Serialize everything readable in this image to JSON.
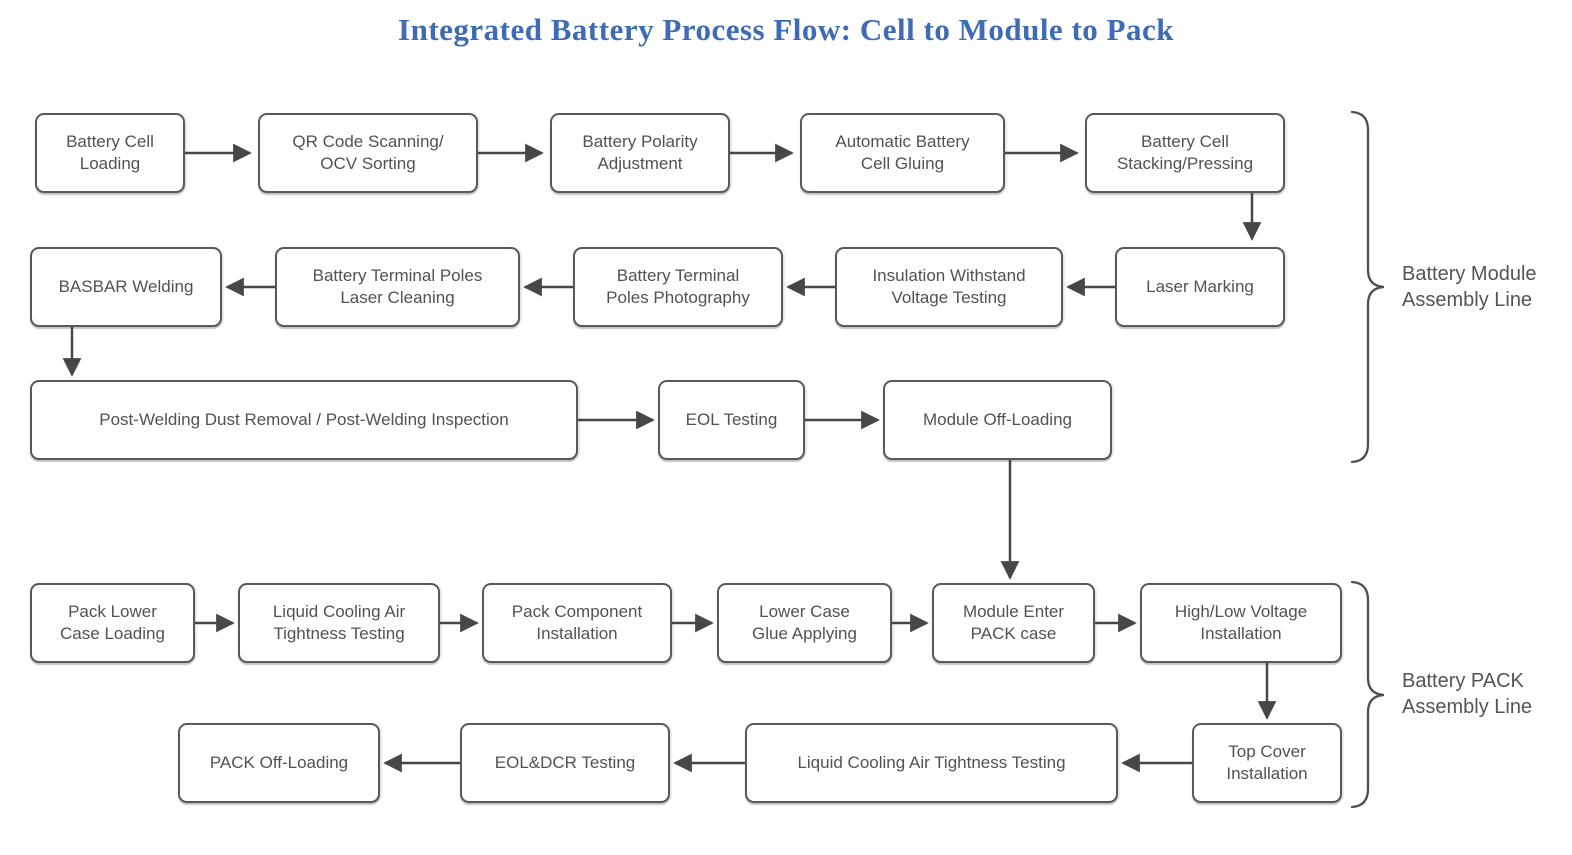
{
  "title": "Integrated Battery Process Flow: Cell to Module to Pack",
  "colors": {
    "title_blue": "#3e6bb4",
    "box_border": "#595959",
    "box_text": "#525252",
    "arrow_gray": "#474747"
  },
  "sections": {
    "module": {
      "label": "Battery Module\nAssembly Line"
    },
    "pack": {
      "label": "Battery PACK\nAssembly Line"
    }
  },
  "nodes": {
    "cell_loading": {
      "label": "Battery Cell\nLoading"
    },
    "qr_scanning": {
      "label": "QR Code Scanning/\nOCV Sorting"
    },
    "polarity_adjustment": {
      "label": "Battery Polarity\nAdjustment"
    },
    "cell_gluing": {
      "label": "Automatic Battery\nCell Gluing"
    },
    "stacking_pressing": {
      "label": "Battery Cell\nStacking/Pressing"
    },
    "basbar_welding": {
      "label": "BASBAR Welding"
    },
    "poles_laser_cleaning": {
      "label": "Battery Terminal Poles\nLaser Cleaning"
    },
    "poles_photography": {
      "label": "Battery Terminal\nPoles Photography"
    },
    "insulation_testing": {
      "label": "Insulation Withstand\nVoltage Testing"
    },
    "laser_marking": {
      "label": "Laser Marking"
    },
    "post_welding": {
      "label": "Post-Welding Dust Removal / Post-Welding Inspection"
    },
    "eol_testing": {
      "label": "EOL Testing"
    },
    "module_offloading": {
      "label": "Module Off-Loading"
    },
    "pack_lower_case_loading": {
      "label": "Pack Lower\nCase Loading"
    },
    "liquid_cooling_test_1": {
      "label": "Liquid Cooling Air\nTightness Testing"
    },
    "pack_component_installation": {
      "label": "Pack Component\nInstallation"
    },
    "lower_case_glue": {
      "label": "Lower Case\nGlue Applying"
    },
    "module_enter_pack": {
      "label": "Module Enter\nPACK case"
    },
    "high_low_voltage": {
      "label": "High/Low Voltage\nInstallation"
    },
    "top_cover_installation": {
      "label": "Top Cover\nInstallation"
    },
    "liquid_cooling_test_2": {
      "label": "Liquid Cooling Air Tightness Testing"
    },
    "eol_dcr_testing": {
      "label": "EOL&DCR Testing"
    },
    "pack_offloading": {
      "label": "PACK Off-Loading"
    }
  }
}
